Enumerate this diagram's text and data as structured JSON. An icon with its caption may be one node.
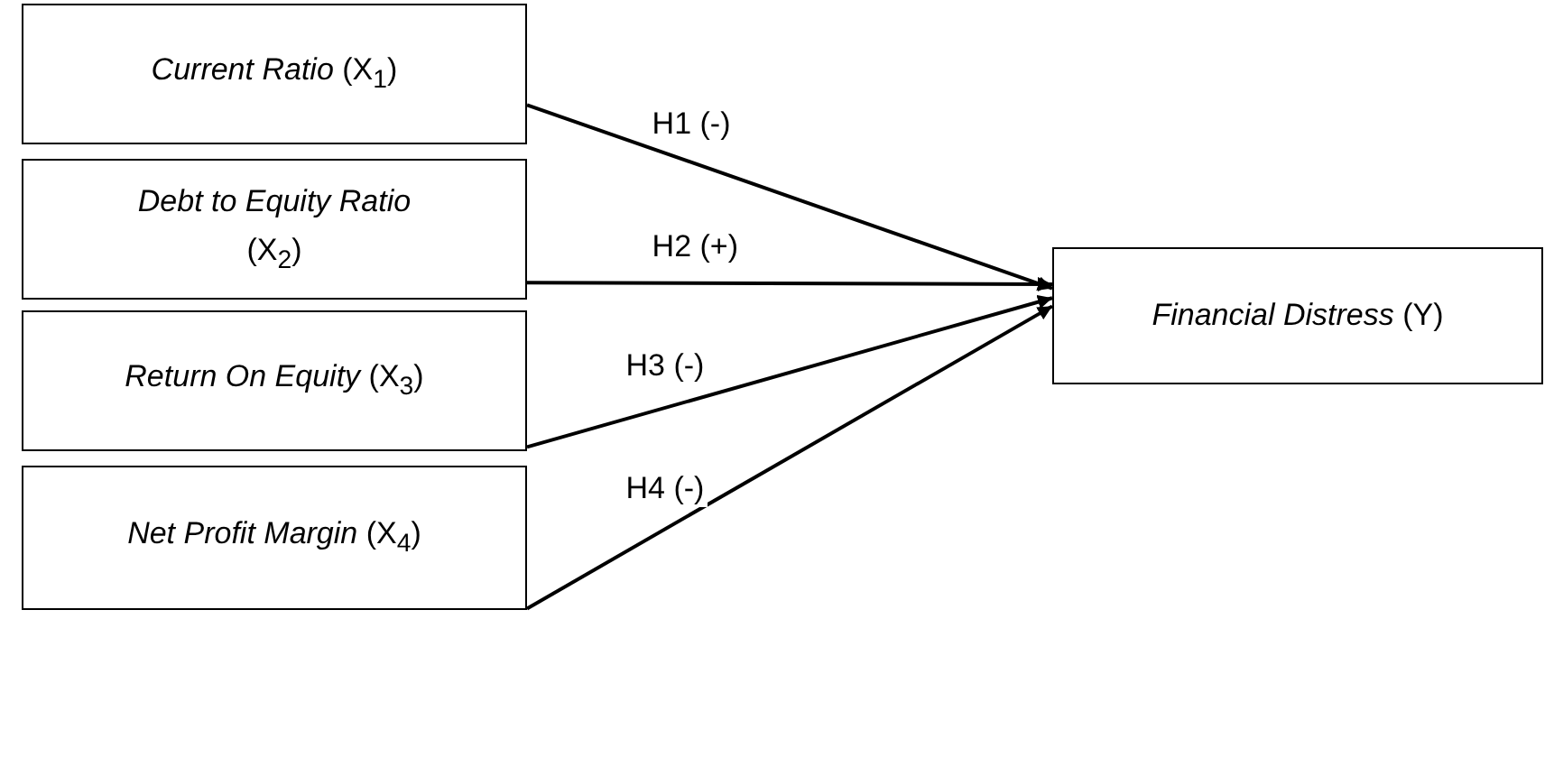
{
  "diagram": {
    "nodes": [
      {
        "text": [
          "*Current Ratio* (X$_{1}$)"
        ]
      },
      {
        "text": [
          "*Debt to Equity Ratio* (X$_{2}$)"
        ]
      },
      {
        "text": [
          "*Return On Equity* (X$_{3}$)"
        ]
      },
      {
        "text": [
          "*Net Profit Margin* (X$_{4}$)"
        ]
      },
      {
        "text": [
          "*Financial Distress* (Y)"
        ]
      }
    ],
    "edges": [
      {
        "from": 0,
        "to": 4,
        "arrow": "to",
        "label": "H1 (-)"
      },
      {
        "from": 1,
        "to": 4,
        "arrow": "to",
        "label": "H2 (+)"
      },
      {
        "from": 2,
        "to": 4,
        "arrow": "to",
        "label": "H3 (-)"
      },
      {
        "from": 3,
        "to": 4,
        "arrow": "to",
        "label": "H4 (-)"
      }
    ]
  }
}
